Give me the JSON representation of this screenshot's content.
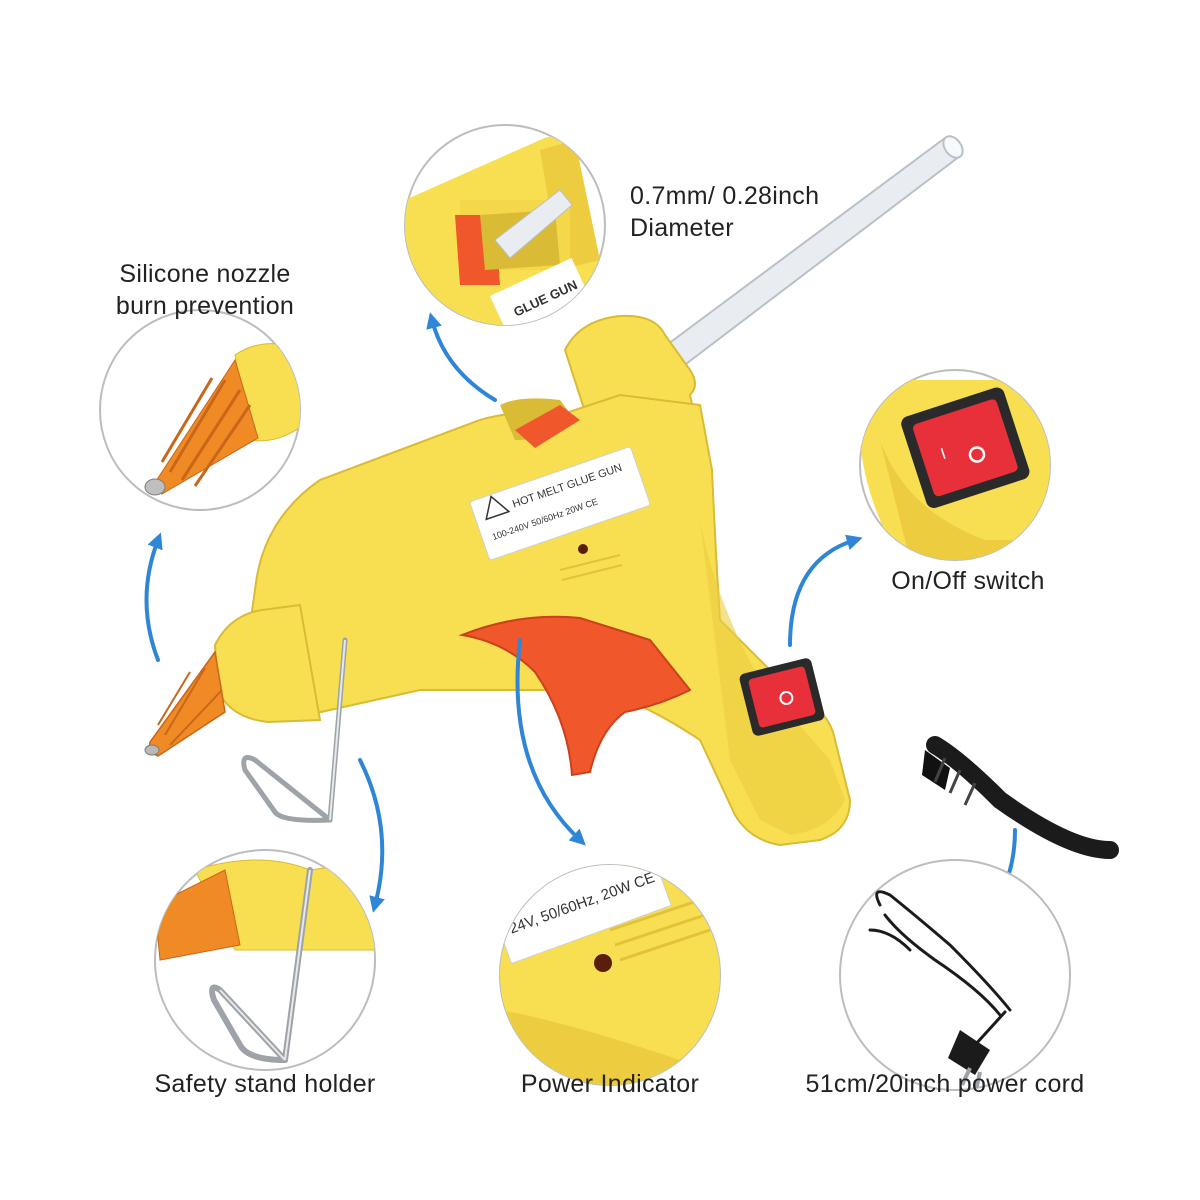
{
  "callouts": {
    "stick_diameter": {
      "line1": "0.7mm/ 0.28inch",
      "line2": "Diameter"
    },
    "nozzle": {
      "line1": "Silicone nozzle",
      "line2": "burn prevention"
    },
    "switch": {
      "text": "On/Off switch"
    },
    "stand": {
      "text": "Safety stand holder"
    },
    "indicator": {
      "text": "Power Indicator"
    },
    "cord": {
      "text": "51cm/20inch power cord"
    }
  },
  "product_labels": {
    "body_label_line1": "HOT MELT GLUE GUN",
    "body_label_line2": "100-240V 50/60Hz 20W CE",
    "zoom_label_top": "GLUE GUN",
    "zoom_label_indicator": "24V, 50/60Hz, 20W CE",
    "switch_mark": "I",
    "switch_mark_off": "O"
  },
  "colors": {
    "body": "#f8df52",
    "body_shade": "#e9c83a",
    "nozzle": "#f08a24",
    "trigger": "#f0572b",
    "switch": "#e8303a",
    "arrow": "#2f86d6",
    "circle_border": "#bdbdbd",
    "cord": "#1b1b1b",
    "glue_stick": "#e9edf2"
  }
}
